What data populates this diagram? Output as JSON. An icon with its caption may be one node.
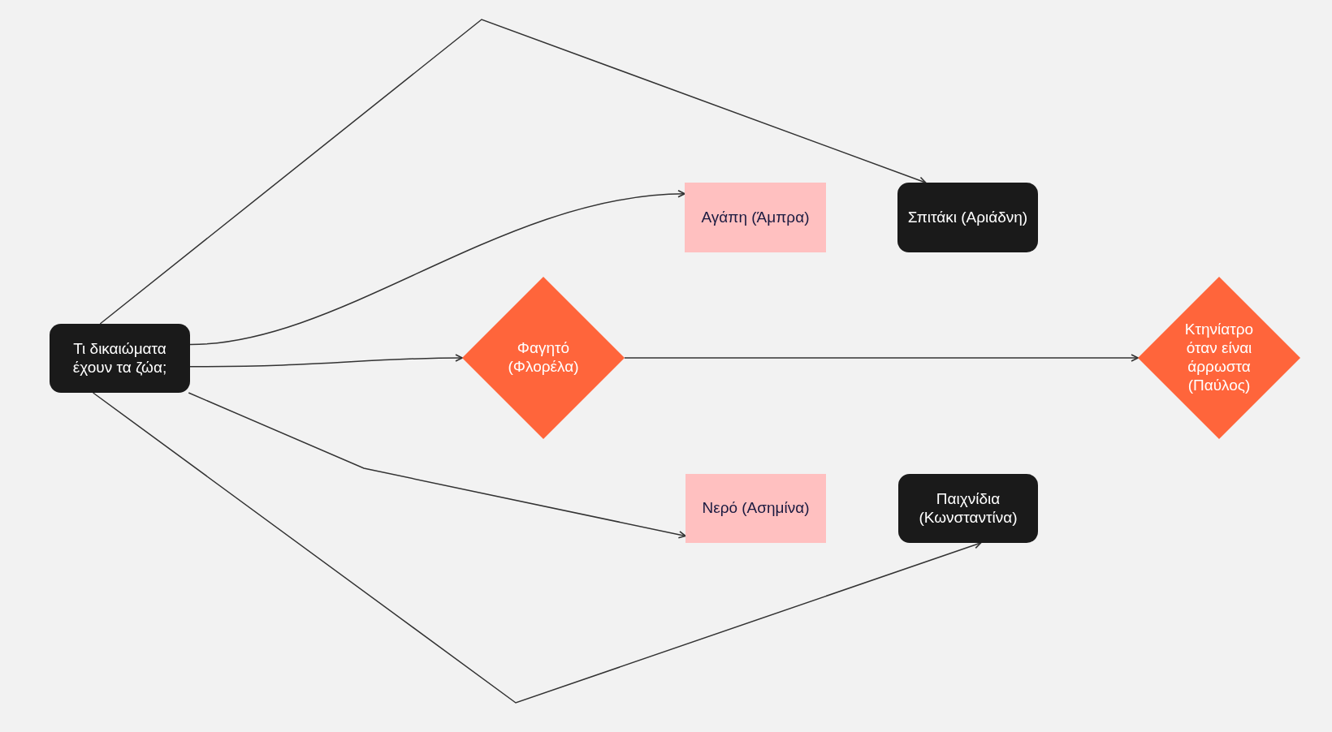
{
  "diagram": {
    "nodes": [
      {
        "text": [
          "Τι δικαιώματα έχουν τα ζώα;"
        ]
      },
      {
        "text": [
          "Αγάπη (Άμπρα)"
        ]
      },
      {
        "text": [
          "Σπιτάκι (Αριάδνη)"
        ]
      },
      {
        "text": [
          "Φαγητό (Φλορέλα)"
        ]
      },
      {
        "text": [
          "Κτηνίατρο όταν είναι άρρωστα (Παύλος)"
        ]
      },
      {
        "text": [
          "Νερό (Ασημίνα)"
        ]
      },
      {
        "text": [
          "Παιχνίδια (Κωνσταντίνα)"
        ]
      }
    ],
    "edges": [
      {
        "from": 0,
        "to": 2,
        "arrow": "to"
      },
      {
        "from": 0,
        "to": 1,
        "arrow": "to"
      },
      {
        "from": 0,
        "to": 3,
        "arrow": "to"
      },
      {
        "from": 3,
        "to": 4,
        "arrow": "to"
      },
      {
        "from": 0,
        "to": 5,
        "arrow": "to"
      },
      {
        "from": 0,
        "to": 6,
        "arrow": "to"
      }
    ]
  }
}
